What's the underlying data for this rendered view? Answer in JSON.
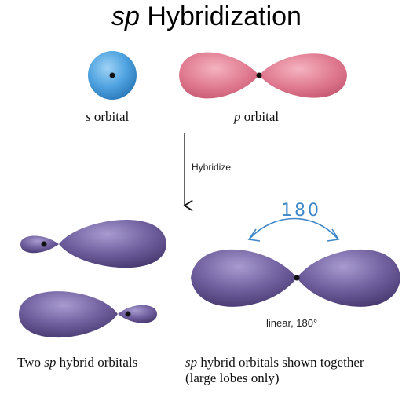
{
  "title": {
    "italic": "sp",
    "rest": " Hybridization"
  },
  "labels": {
    "s_orbital": {
      "italic": "s",
      "rest": " orbital"
    },
    "p_orbital": {
      "italic": "p",
      "rest": " orbital"
    },
    "hybridize": "Hybridize",
    "angle_annotation": "180",
    "linear": "linear, 180°",
    "two_sp": {
      "pre": "Two ",
      "italic": "sp",
      "post": " hybrid orbitals"
    },
    "together_line1": {
      "italic": "sp",
      "post": " hybrid orbitals shown together"
    },
    "together_line2": "(large lobes only)"
  },
  "colors": {
    "s_orbital": "#4fa3e0",
    "p_orbital": "#e07a90",
    "sp_orbital": "#6b5b95",
    "annotation": "#3f87c8"
  }
}
